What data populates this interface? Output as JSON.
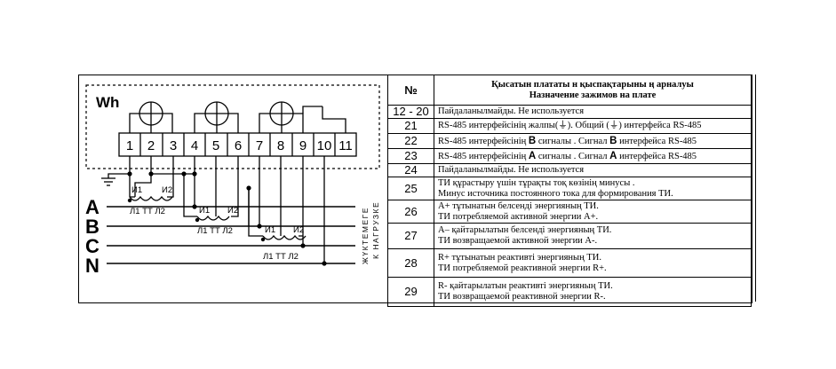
{
  "diagram": {
    "meter_label": "Wh",
    "terminals": [
      "1",
      "2",
      "3",
      "4",
      "5",
      "6",
      "7",
      "8",
      "9",
      "10",
      "11"
    ],
    "phases": [
      "A",
      "B",
      "C",
      "N"
    ],
    "ct_label": "Л1 ТТ Л2",
    "ct_primary": "Л1",
    "ct_mid": "ТТ",
    "ct_secondary": "Л2",
    "ct_i1": "И1",
    "ct_i2": "И2",
    "load_label_kz": "ЖҮКТЕМЕГЕ",
    "load_label_ru": "К НАГРУЗКЕ"
  },
  "table": {
    "header": {
      "num": "№",
      "title_kz": "Қысатын плататы н қыспақтарыны ң арналуы",
      "title_ru": "Назначение зажимов на плате"
    },
    "rows": [
      {
        "num": "12 - 20",
        "lines": [
          "Пайдаланылмайды. Не используется"
        ]
      },
      {
        "num": "21",
        "lines": [
          "RS-485 интерфейсінің жалпы(⏚). Общий (⏚) интерфейса RS-485"
        ]
      },
      {
        "num": "22",
        "pre": "RS-485 интерфейсінің ",
        "bold": "B",
        "mid": " сигналы . Сигнал ",
        "bold2": "B",
        "post": " интерфейса RS-485"
      },
      {
        "num": "23",
        "pre": "RS-485 интерфейсінің ",
        "bold": "A",
        "mid": " сигналы . Сигнал ",
        "bold2": "A",
        "post": " интерфейса RS-485"
      },
      {
        "num": "24",
        "lines": [
          "Пайдаланылмайды. Не используется"
        ]
      },
      {
        "num": "25",
        "lines": [
          "ТИ құрастыру үшін тұрақты тоқ көзінің минусы .",
          "Минус источника постоянного тока для формирования ТИ."
        ]
      },
      {
        "num": "26",
        "lines": [
          "A+ тұтынатын белсенді энергияның ТИ.",
          "ТИ потребляемой активной энергии A+."
        ]
      },
      {
        "num": "27",
        "lines": [
          "A– қайтарылатын белсенді энергияның ТИ.",
          "ТИ возвращаемой активной энергии A-."
        ]
      },
      {
        "num": "28",
        "lines": [
          "R+ тұтынатын реактивті энергияның ТИ.",
          "ТИ потребляемой реактивной энергии R+."
        ]
      },
      {
        "num": "29",
        "lines": [
          "R- қайтарылатын реактивті энергияның ТИ.",
          "ТИ возвращаемой реактивной энергии R-."
        ]
      }
    ]
  }
}
